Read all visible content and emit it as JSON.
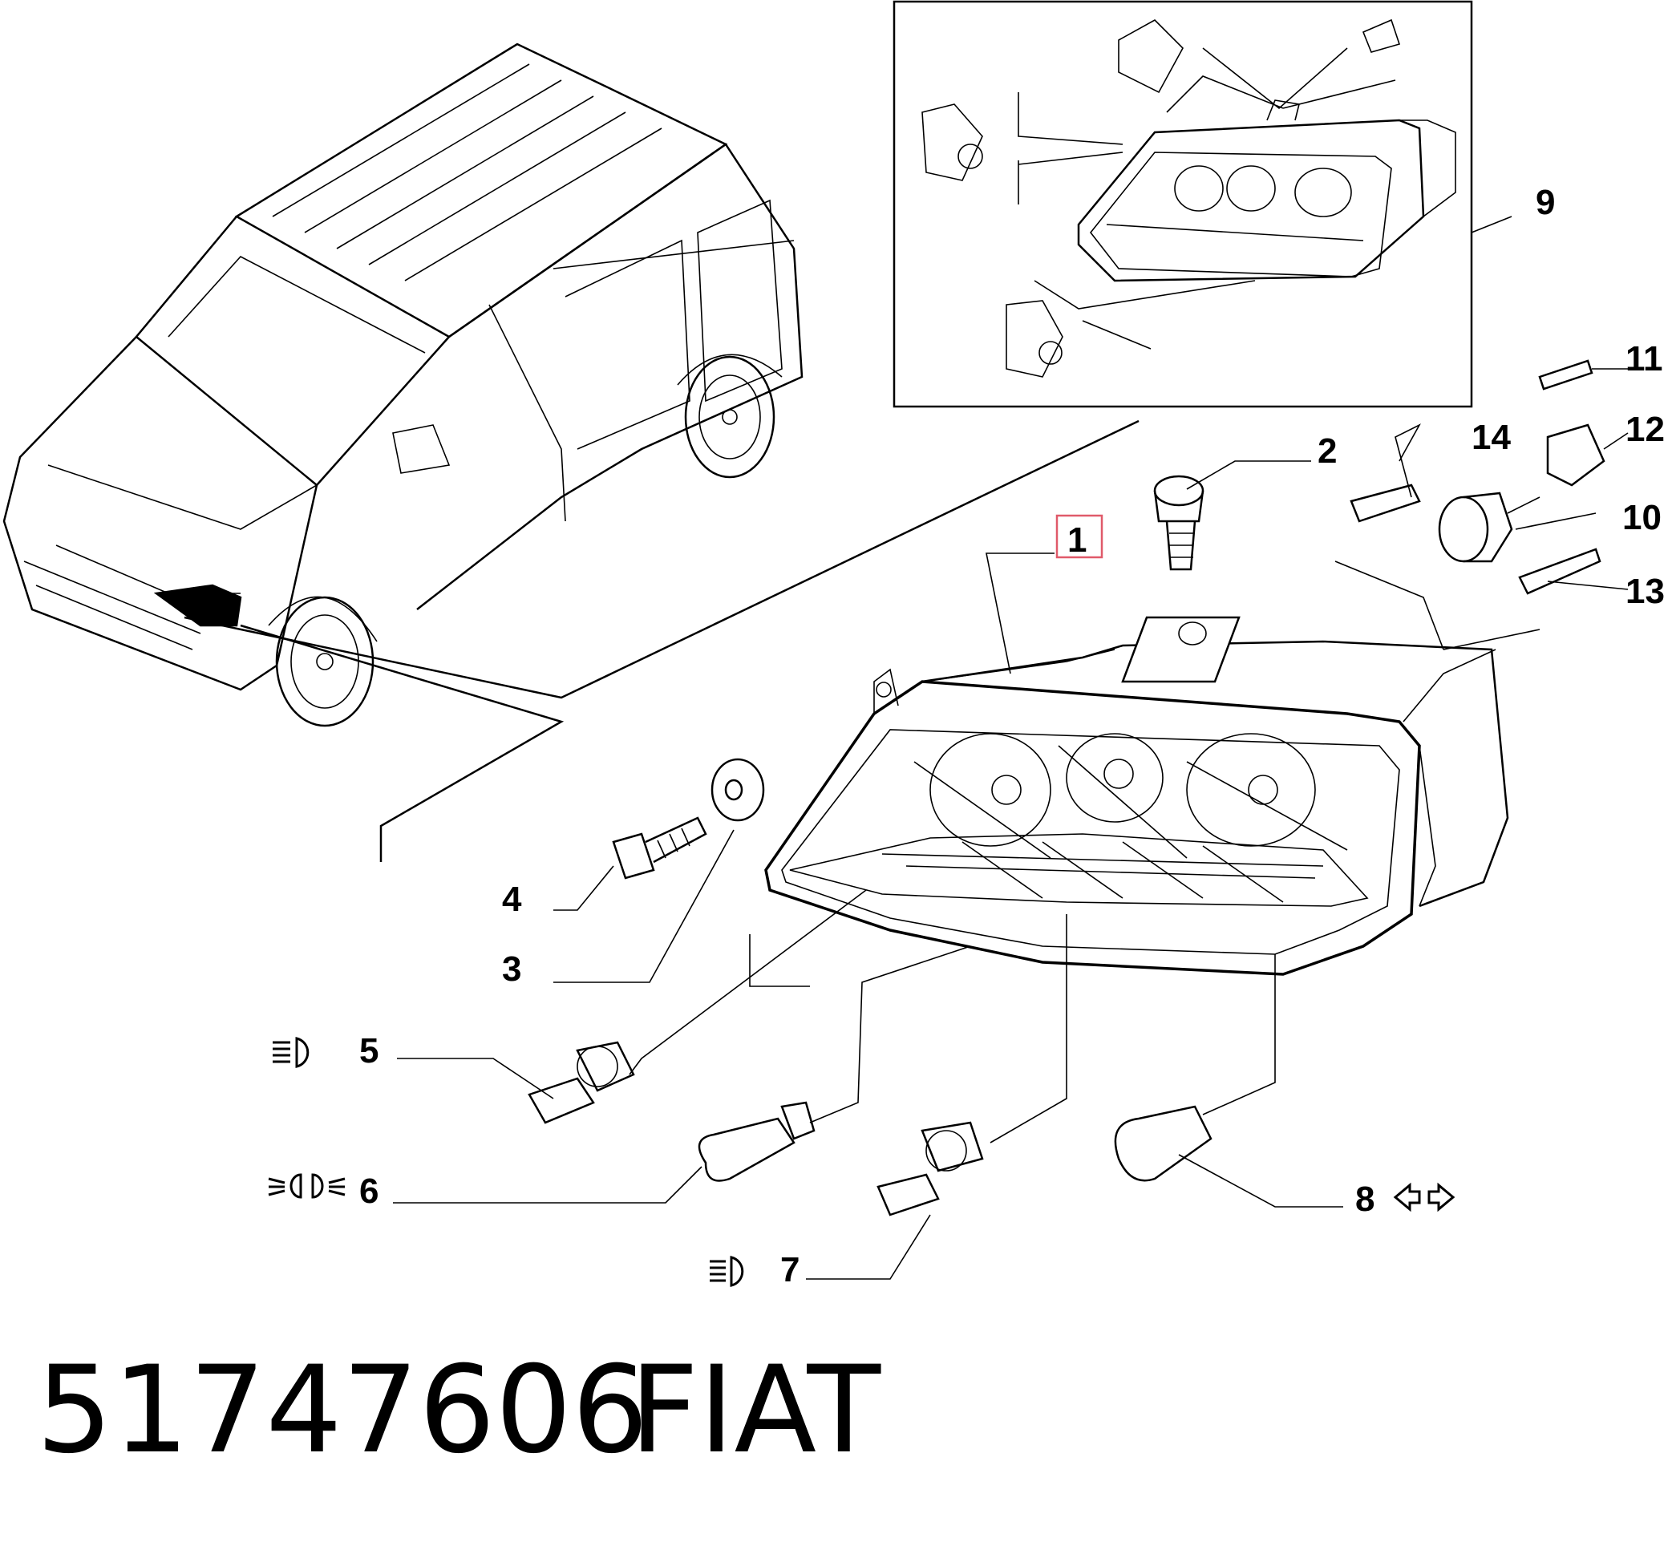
{
  "labels": [
    {
      "id": "1",
      "text": "1",
      "highlight": true
    },
    {
      "id": "2",
      "text": "2"
    },
    {
      "id": "3",
      "text": "3"
    },
    {
      "id": "4",
      "text": "4"
    },
    {
      "id": "5",
      "text": "5",
      "icon": "low-beam-icon"
    },
    {
      "id": "6",
      "text": "6",
      "icon": "side-light-icon"
    },
    {
      "id": "7",
      "text": "7",
      "icon": "high-beam-icon"
    },
    {
      "id": "8",
      "text": "8",
      "icon": "turn-signal-icon"
    },
    {
      "id": "9",
      "text": "9"
    },
    {
      "id": "10",
      "text": "10"
    },
    {
      "id": "11",
      "text": "11"
    },
    {
      "id": "12",
      "text": "12"
    },
    {
      "id": "13",
      "text": "13"
    },
    {
      "id": "14",
      "text": "14"
    }
  ],
  "footer": {
    "part_number": "51747606",
    "brand": "FIAT"
  },
  "colors": {
    "highlight": "#e05a6a",
    "ink": "#000000",
    "background": "#ffffff"
  }
}
